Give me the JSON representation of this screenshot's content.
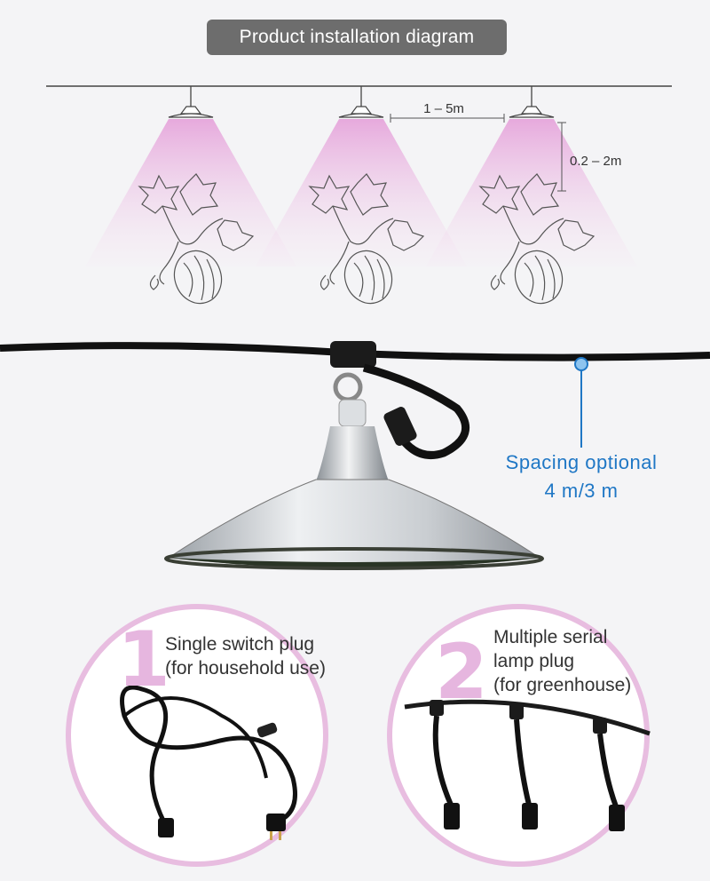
{
  "header": {
    "title": "Product installation diagram"
  },
  "diagram": {
    "horizontal_spacing": "1 – 5m",
    "vertical_spacing": "0.2 – 2m"
  },
  "callout": {
    "line1": "Spacing optional",
    "line2": "4 m/3 m"
  },
  "options": [
    {
      "number": "1",
      "lines": [
        "Single switch plug",
        "(for household use)"
      ]
    },
    {
      "number": "2",
      "lines": [
        "Multiple serial",
        "lamp plug",
        "(for greenhouse)"
      ]
    }
  ],
  "colors": {
    "accent_blue": "#1f77c5",
    "circle_pink": "#e8bde0",
    "grow_light_pink": "#e6a8dc",
    "title_pill": "#6d6d6d"
  }
}
